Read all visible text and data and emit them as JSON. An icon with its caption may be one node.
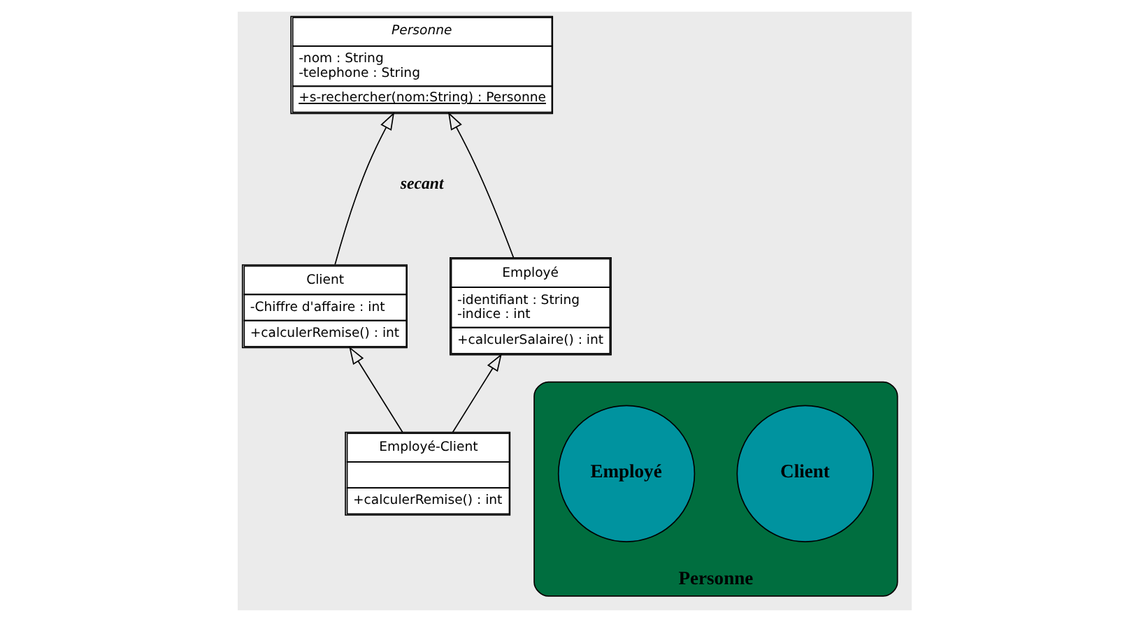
{
  "diagram": {
    "nodes": [
      {
        "text": [
          "Personne",
          "-nom : String",
          "-telephone : String",
          "+s-rechercher(nom:String) : Personne"
        ]
      },
      {
        "text": [
          "Client",
          "-Chiffre d'affaire : int",
          "+calculerRemise() : int"
        ]
      },
      {
        "text": [
          "Employé",
          "-identifiant : String",
          "-indice : int",
          "+calculerSalaire() : int"
        ]
      },
      {
        "text": [
          "Employé-Client",
          "+calculerRemise() : int"
        ]
      },
      {
        "text": [
          "Personne"
        ]
      },
      {
        "text": [
          "Client"
        ],
        "in": 4
      },
      {
        "text": [
          "Employé"
        ],
        "in": 4
      }
    ],
    "edges": [
      {
        "from": 1,
        "to": 0,
        "arrow": "to"
      },
      {
        "from": 2,
        "to": 0,
        "arrow": "to"
      },
      {
        "from": 3,
        "to": 1,
        "arrow": "to"
      },
      {
        "from": 3,
        "to": 2,
        "arrow": "to"
      }
    ],
    "labels": [
      "secant"
    ]
  }
}
